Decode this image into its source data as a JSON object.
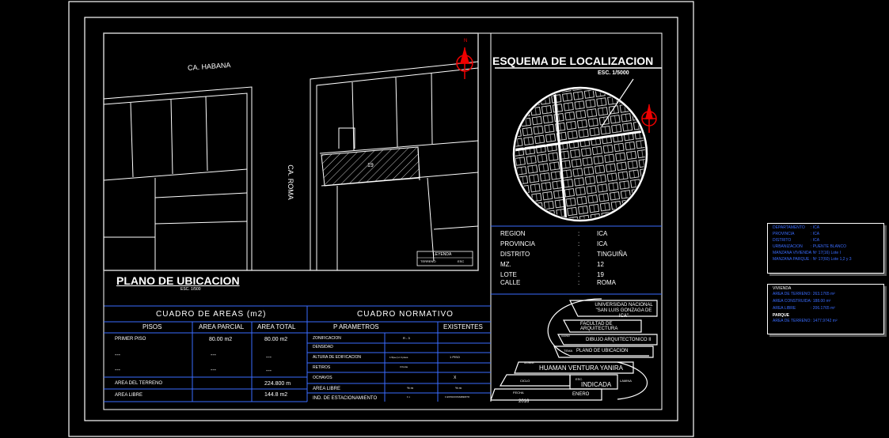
{
  "drawing": {
    "streets": {
      "top": "CA. HABANA",
      "side": "CA. ROMA"
    },
    "lot_number": "19",
    "legend": {
      "title": "LEYENDA",
      "col1": "TERRENO",
      "col2": "ESC"
    },
    "north_symbol": "N"
  },
  "plan_title": {
    "title": "PLANO DE UBICACION",
    "scale": "ESC. 1/500"
  },
  "localization": {
    "title": "ESQUEMA DE LOCALIZACION",
    "scale": "ESC. 1/5000"
  },
  "location_info": {
    "rows": [
      {
        "label": "REGION",
        "sep": ":",
        "value": "ICA"
      },
      {
        "label": "PROVINCIA",
        "sep": ":",
        "value": "ICA"
      },
      {
        "label": "DISTRITO",
        "sep": ":",
        "value": "TINGUIÑA"
      },
      {
        "label": "MZ.",
        "sep": ":",
        "value": "12"
      },
      {
        "label": "LOTE",
        "sep": ":",
        "value": "19"
      },
      {
        "label": "CALLE",
        "sep": ":",
        "value": "ROMA"
      }
    ]
  },
  "areas_table": {
    "title": "CUADRO DE AREAS (m2)",
    "headers": [
      "PISOS",
      "AREA PARCIAL",
      "AREA TOTAL"
    ],
    "rows": [
      [
        "PRIMER PISO",
        "80.00 m2",
        "80.00 m2"
      ],
      [
        "---",
        "---",
        "---"
      ],
      [
        "---",
        "---",
        "---"
      ],
      [
        "AREA DEL TERRENO",
        "",
        "224.800 m"
      ],
      [
        "AREA LIBRE",
        "",
        "144.8 m2"
      ]
    ]
  },
  "normativo_table": {
    "title": "CUADRO NORMATIVO",
    "headers": [
      "P ARAMETROS",
      "",
      "EXISTENTES"
    ],
    "rows": [
      [
        "ZONIFICACION",
        "R - 3",
        ""
      ],
      [
        "DENSIDAD",
        "",
        ""
      ],
      [
        "ALTURA DE EDIFICACION",
        "1.5(a+r) ó 3 pisos",
        "1 PISO"
      ],
      [
        "RETIROS",
        "3 frente",
        ""
      ],
      [
        "OCHAVOS",
        "",
        "X"
      ],
      [
        "AREA LIBRE",
        "% m",
        "% m"
      ],
      [
        "IND. DE ESTACIONAMIENTO",
        "1 x",
        "1 ESTACIONAMIENTO"
      ]
    ]
  },
  "title_block": {
    "university": "UNIVERSIDAD NACIONAL \"SAN LUIS GONZAGA DE ICA\"",
    "faculty": "FACULTAD DE ARQUITECTURA",
    "course_label": "CURSO",
    "course": "DIBUJO ARQUITECTONICO II",
    "topic_label": "TEMA",
    "topic": "PLANO DE UBICACION",
    "student_label": "ALUMNA",
    "student": "HUAMAN VENTURA YANIRA",
    "code_label": "CICLO",
    "scale_label": "ESC.",
    "scale": "INDICADA",
    "sheet_label": "LAMINA",
    "date_label": "FECHA",
    "year": "2016",
    "month": "ENERO"
  },
  "side_panel_1": {
    "rows": [
      {
        "label": "DEPARTAMENTO",
        "value": ": ICA"
      },
      {
        "label": "PROVINCIA",
        "value": ": ICA"
      },
      {
        "label": "DISTRITO",
        "value": ": ICA"
      },
      {
        "label": "URBANIZACION",
        "value": ": PUENTE BLANCO"
      },
      {
        "label": "MANZANA VIVIENDA",
        "value": ": Nº 17(16) Lote I"
      },
      {
        "label": "MANZANA PARQUE",
        "value": ": Nº 17(60) Lote 1,2 y 3"
      }
    ]
  },
  "side_panel_2": {
    "heading1": "VIVIENDA",
    "rows": [
      {
        "label": "AREA DE TERRENO",
        "value": ": 263.1765 m²"
      },
      {
        "label": "AREA CONSTRUIDA",
        "value": ": 188.00 m²"
      },
      {
        "label": "AREA LIBRE",
        "value": ": 206.1765 m²"
      }
    ],
    "heading2": "PARQUE",
    "rows2": [
      {
        "label": "AREA DE TERRENO",
        "value": ": 1477.9742 m²"
      }
    ]
  }
}
